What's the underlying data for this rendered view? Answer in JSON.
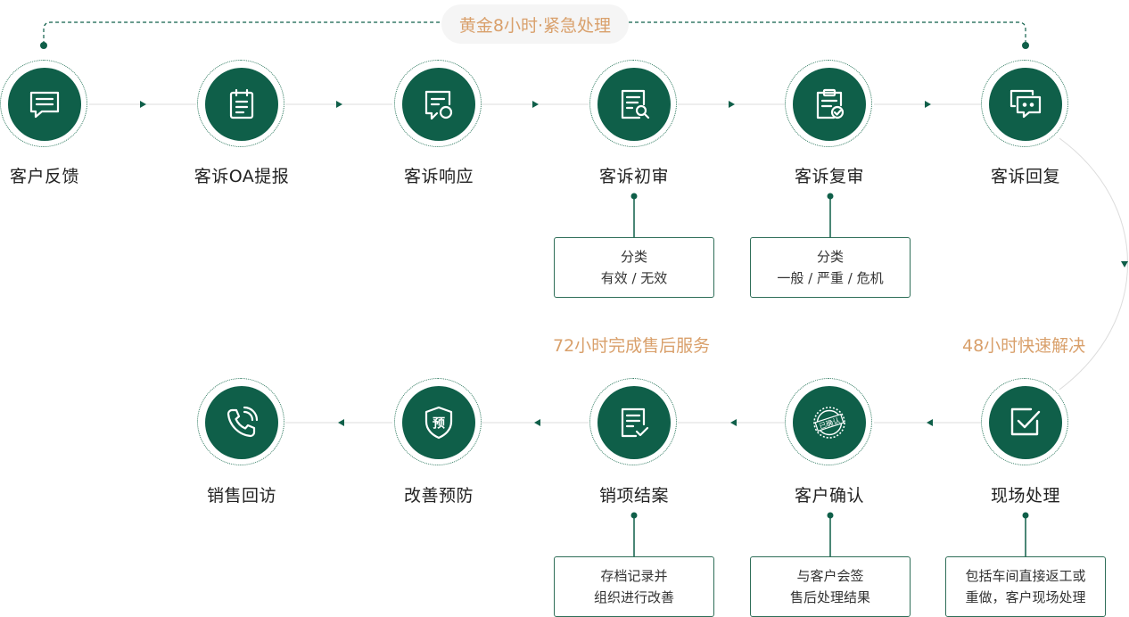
{
  "golden_label": "黄金8小时·紧急处理",
  "label_48h": "48小时快速解决",
  "label_72h": "72小时完成售后服务",
  "steps": {
    "s1": "客户反馈",
    "s2": "客诉OA提报",
    "s3": "客诉响应",
    "s4": "客诉初审",
    "s5": "客诉复审",
    "s6": "客诉回复",
    "s7": "现场处理",
    "s8": "客户确认",
    "s9": "销项结案",
    "s10": "改善预防",
    "s11": "销售回访"
  },
  "notes": {
    "initial_review": {
      "line1": "分类",
      "line2": "有效 / 无效"
    },
    "second_review": {
      "line1": "分类",
      "line2": "一般 / 严重 / 危机"
    },
    "onsite": {
      "line1": "包括车间直接返工或",
      "line2": "重做，客户现场处理"
    },
    "confirm": {
      "line1": "与客户会签",
      "line2": "售后处理结果"
    },
    "close": {
      "line1": "存档记录并",
      "line2": "组织进行改善"
    }
  },
  "icons": {
    "s1": "chat-message-icon",
    "s2": "clipboard-list-icon",
    "s3": "document-chat-icon",
    "s4": "document-search-icon",
    "s5": "clipboard-check-icon",
    "s6": "double-chat-bubble-icon",
    "s7": "checkbox-icon",
    "s8": "confirmed-stamp-icon",
    "s9": "document-checkmark-icon",
    "s10": "shield-prevention-icon",
    "s11": "phone-call-icon"
  },
  "stamp_text": "已确认",
  "shield_char": "预",
  "colors": {
    "primary": "#0f5f49",
    "accent": "#d9a06b",
    "line": "#dddddd"
  }
}
